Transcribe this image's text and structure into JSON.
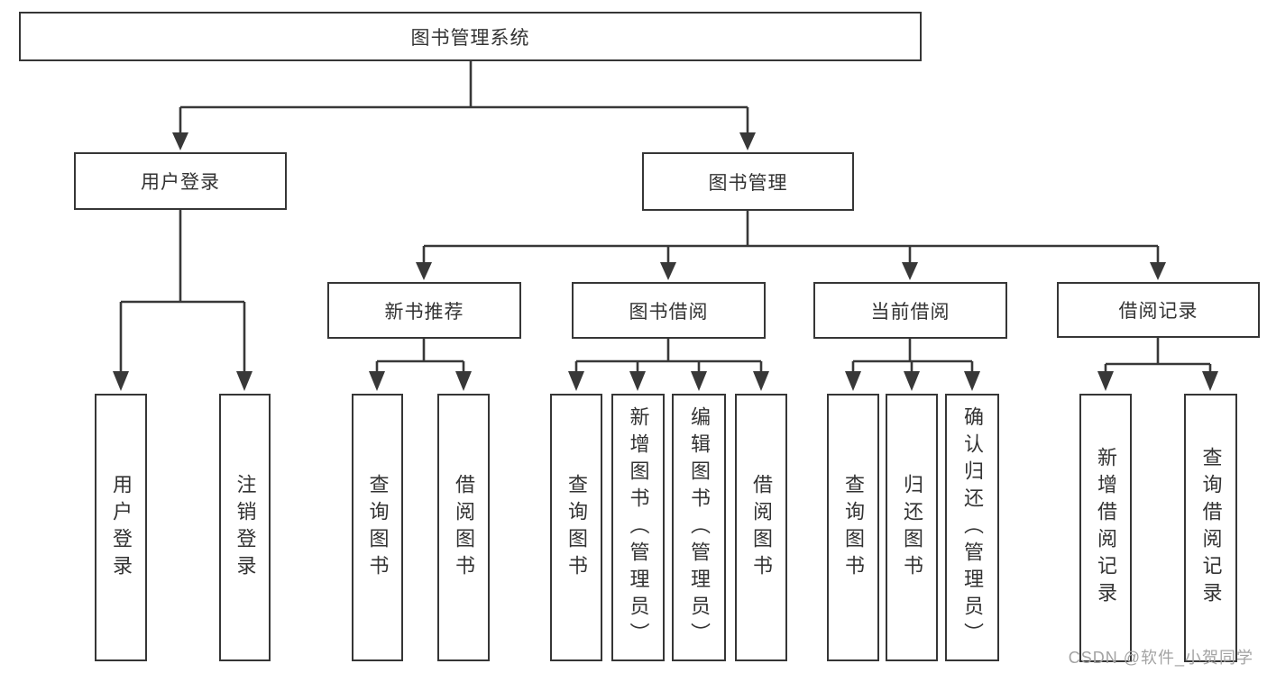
{
  "diagram": {
    "root": {
      "label": "图书管理系统"
    },
    "branches": [
      {
        "label": "用户登录",
        "leaves": [
          "用户登录",
          "注销登录"
        ]
      },
      {
        "label": "图书管理",
        "groups": [
          {
            "label": "新书推荐",
            "leaves": [
              "查询图书",
              "借阅图书"
            ]
          },
          {
            "label": "图书借阅",
            "leaves": [
              "查询图书",
              "新增图书（管理员）",
              "编辑图书（管理员）",
              "借阅图书"
            ]
          },
          {
            "label": "当前借阅",
            "leaves": [
              "查询图书",
              "归还图书",
              "确认归还（管理员）"
            ]
          },
          {
            "label": "借阅记录",
            "leaves": [
              "新增借阅记录",
              "查询借阅记录"
            ]
          }
        ]
      }
    ]
  },
  "watermark": {
    "text": "CSDN @软件_小贺同学"
  },
  "colors": {
    "line": "#383838",
    "box_border": "#363636",
    "text": "#333333",
    "watermark": "#a3a3a3",
    "background": "#ffffff"
  }
}
